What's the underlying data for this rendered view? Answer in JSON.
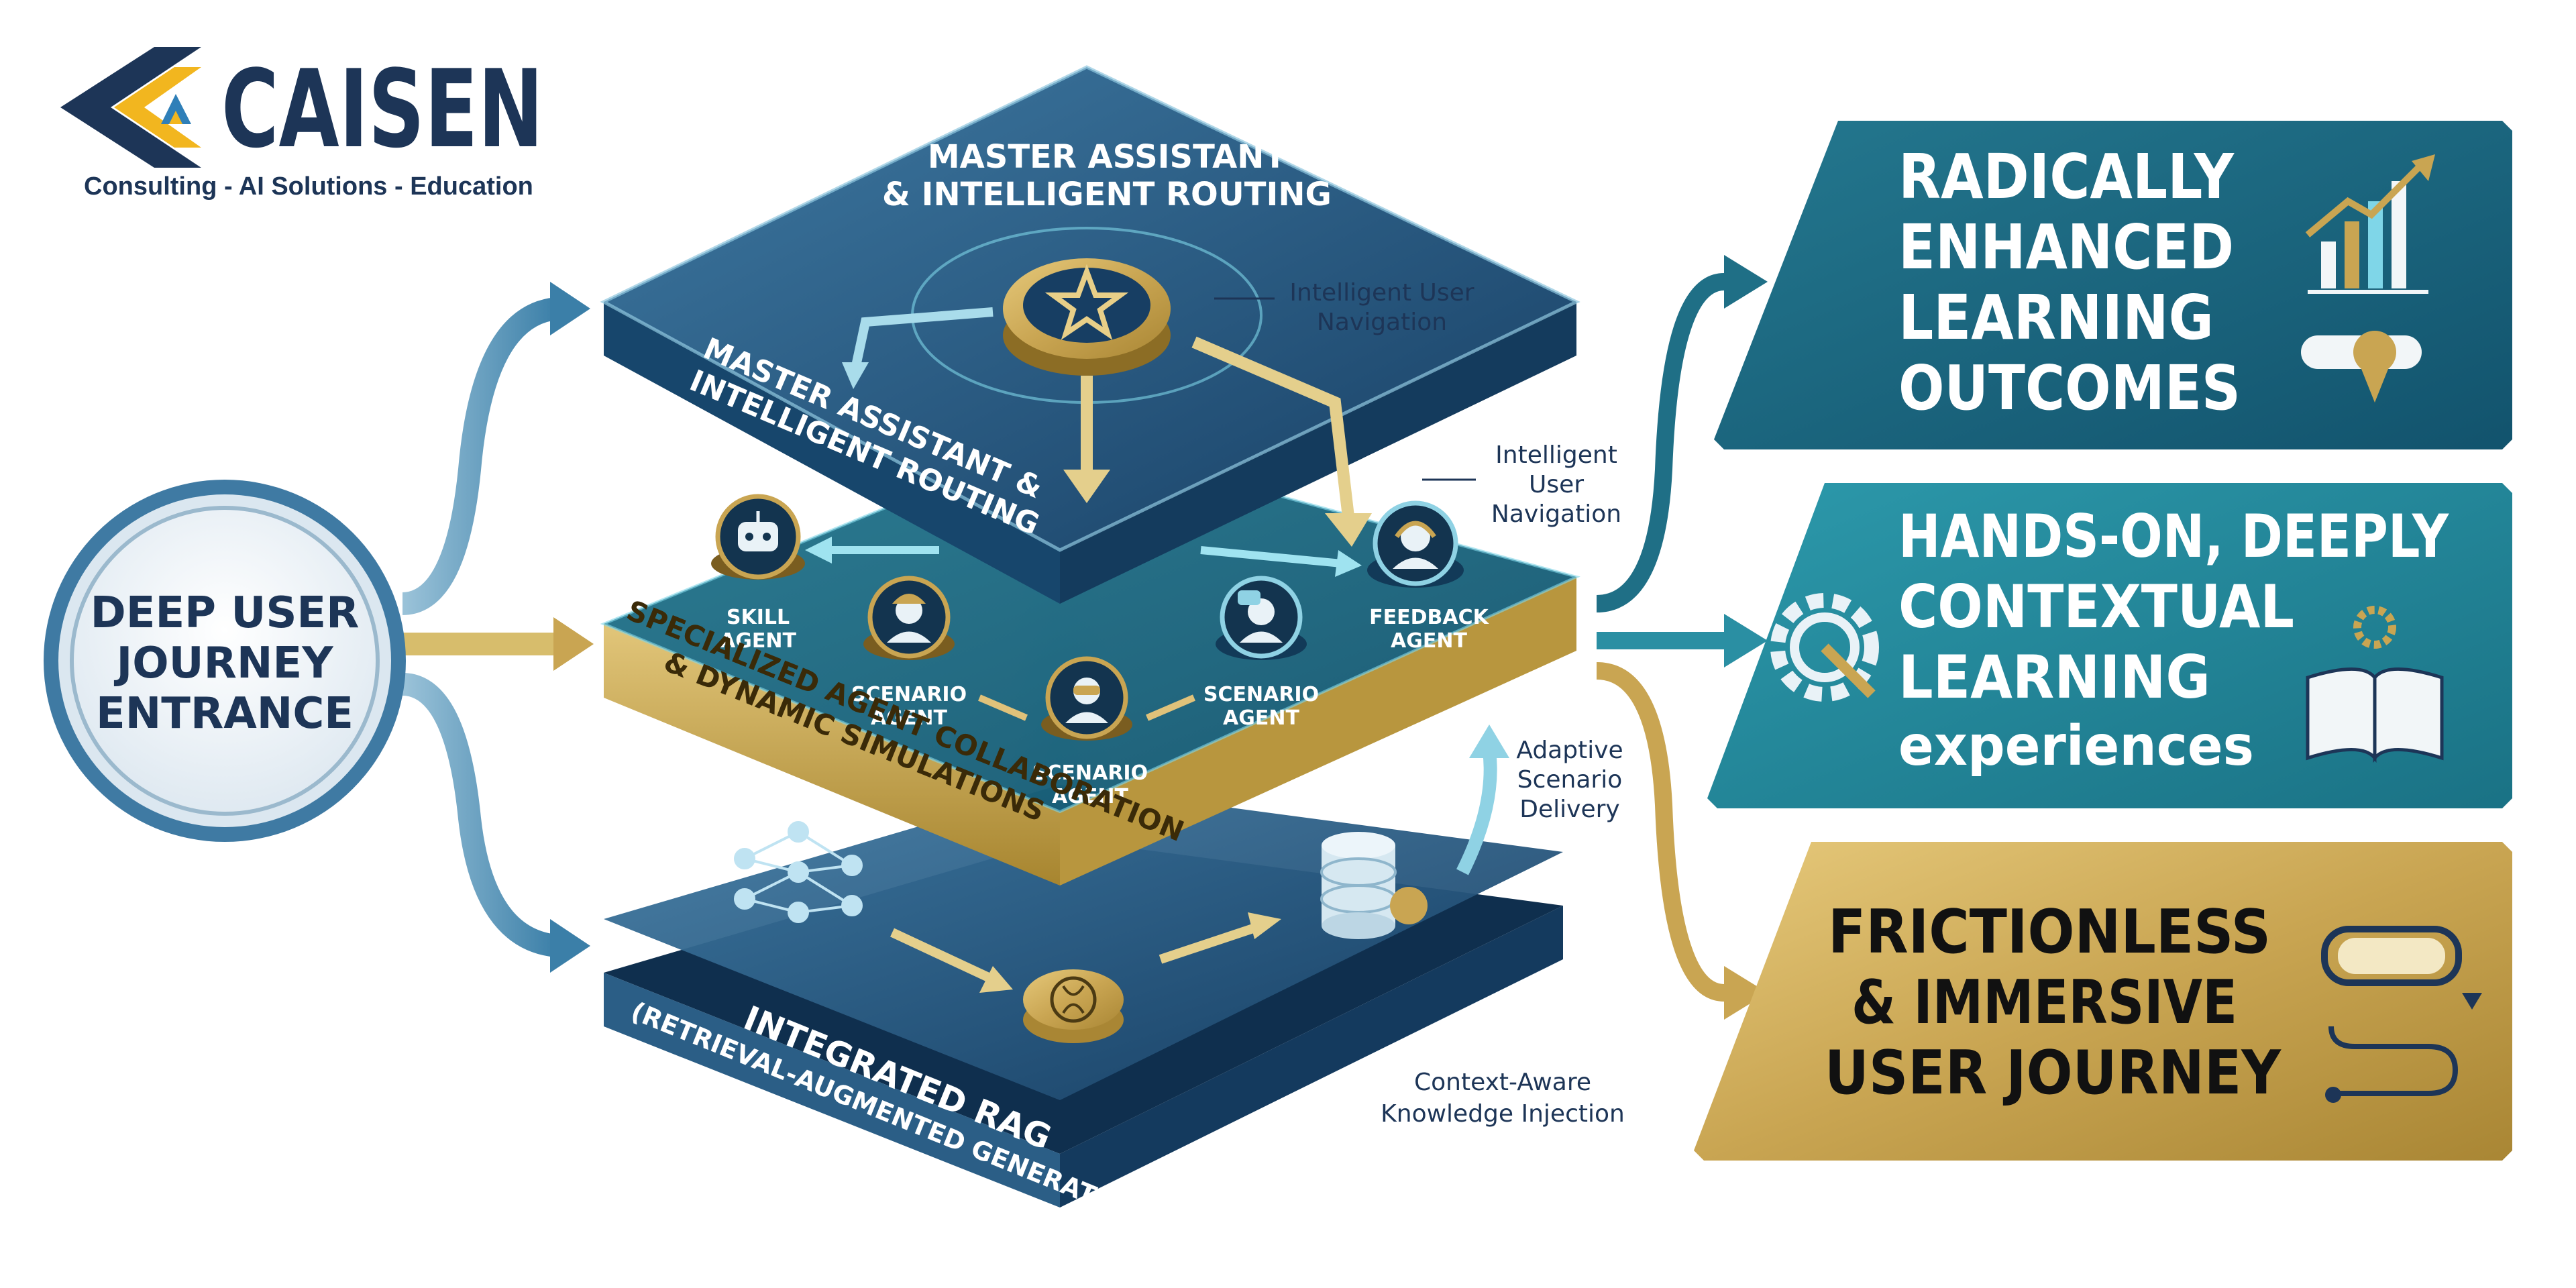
{
  "brand": {
    "name": "CAISEN",
    "tagline": "Consulting - AI Solutions - Education"
  },
  "entrance": {
    "line1": "DEEP USER",
    "line2": "JOURNEY",
    "line3": "ENTRANCE"
  },
  "layers": {
    "top": {
      "title_line1": "MASTER ASSISTANT",
      "title_line2": "& INTELLIGENT ROUTING",
      "side_line1": "MASTER ASSISTANT &",
      "side_line2": "INTELLIGENT ROUTING",
      "callout_line1": "Intelligent User",
      "callout_line2": "Navigation"
    },
    "middle": {
      "side_line1": "SPECIALIZED AGENT COLLABORATION",
      "side_line2": "& DYNAMIC SIMULATIONS",
      "skill_line1": "SKILL",
      "skill_line2": "AGENT",
      "feedback_line1": "FEEDBACK",
      "feedback_line2": "AGENT",
      "scenario_left_line1": "SCENARIO",
      "scenario_left_line2": "AGENT",
      "scenario_center_line1": "SCENARIO",
      "scenario_center_line2": "AGENT",
      "scenario_right_line1": "SCENARIO",
      "scenario_right_line2": "AGENT",
      "callout_line1": "Intelligent",
      "callout_line2": "User",
      "callout_line3": "Navigation"
    },
    "bottom": {
      "side_line1": "INTEGRATED RAG",
      "side_line2": "(RETRIEVAL-AUGMENTED GENERATION)",
      "adaptive_line1": "Adaptive",
      "adaptive_line2": "Scenario",
      "adaptive_line3": "Delivery",
      "context_line1": "Context-Aware",
      "context_line2": "Knowledge Injection"
    }
  },
  "outcomes": [
    {
      "line1": "RADICALLY",
      "line2": "ENHANCED",
      "line3": "LEARNING",
      "line4": "OUTCOMES"
    },
    {
      "line1": "HANDS-ON, DEEPLY",
      "line2": "CONTEXTUAL",
      "line3": "LEARNING",
      "line4": "experiences"
    },
    {
      "line1": "FRICTIONLESS",
      "line2": "& IMMERSIVE",
      "line3": "USER JOURNEY"
    }
  ],
  "icons": {
    "logo": "chevron-triangle-logo",
    "star": "star-icon",
    "robot": "robot-icon",
    "headset": "headset-icon",
    "worker": "worker-icon",
    "vr_user": "vr-user-icon",
    "chat_user": "chat-user-icon",
    "network": "neural-network-icon",
    "brain": "brain-icon",
    "database": "database-icon",
    "chart": "growth-chart-icon",
    "diploma": "diploma-icon",
    "gear": "gear-icon",
    "book": "open-book-icon",
    "goggles": "vr-goggles-icon",
    "path": "journey-path-icon"
  },
  "colors": {
    "navy": "#1c3f63",
    "teal": "#1f6f86",
    "teal2": "#2a8fa3",
    "gold": "#c9a552",
    "gold_dark": "#9a7a2e",
    "cyan": "#6fd3e6"
  }
}
